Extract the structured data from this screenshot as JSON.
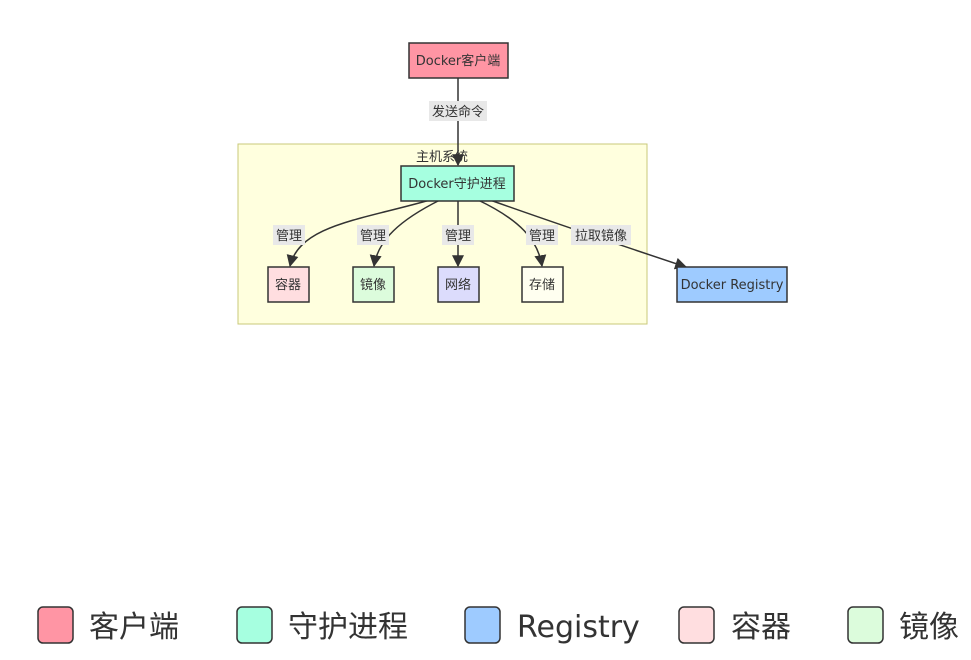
{
  "cluster": {
    "label": "主机系统",
    "fill": "#ffffde",
    "stroke": "#c8c87a"
  },
  "nodes": {
    "client": {
      "label": "Docker客户端",
      "fill": "#ff95a4"
    },
    "daemon": {
      "label": "Docker守护进程",
      "fill": "#a6ffe0"
    },
    "container": {
      "label": "容器",
      "fill": "#ffdee0"
    },
    "image": {
      "label": "镜像",
      "fill": "#dcfcdc"
    },
    "network": {
      "label": "网络",
      "fill": "#dcdcfc"
    },
    "storage": {
      "label": "存储",
      "fill": "#fffff0"
    },
    "registry": {
      "label": "Docker Registry",
      "fill": "#9ecbff"
    }
  },
  "edges": {
    "send_command": "发送命令",
    "manage_container": "管理",
    "manage_image": "管理",
    "manage_network": "管理",
    "manage_storage": "管理",
    "pull_image": "拉取镜像"
  },
  "legend": [
    {
      "label": "客户端",
      "color": "#ff95a4"
    },
    {
      "label": "守护进程",
      "color": "#a6ffe0"
    },
    {
      "label": "Registry",
      "color": "#9ecbff"
    },
    {
      "label": "容器",
      "color": "#ffdee0"
    },
    {
      "label": "镜像",
      "color": "#dcfcdc"
    }
  ],
  "colors": {
    "node_stroke": "#333333",
    "edge_stroke": "#333333",
    "edge_label_bg": "#e8e8e8"
  }
}
